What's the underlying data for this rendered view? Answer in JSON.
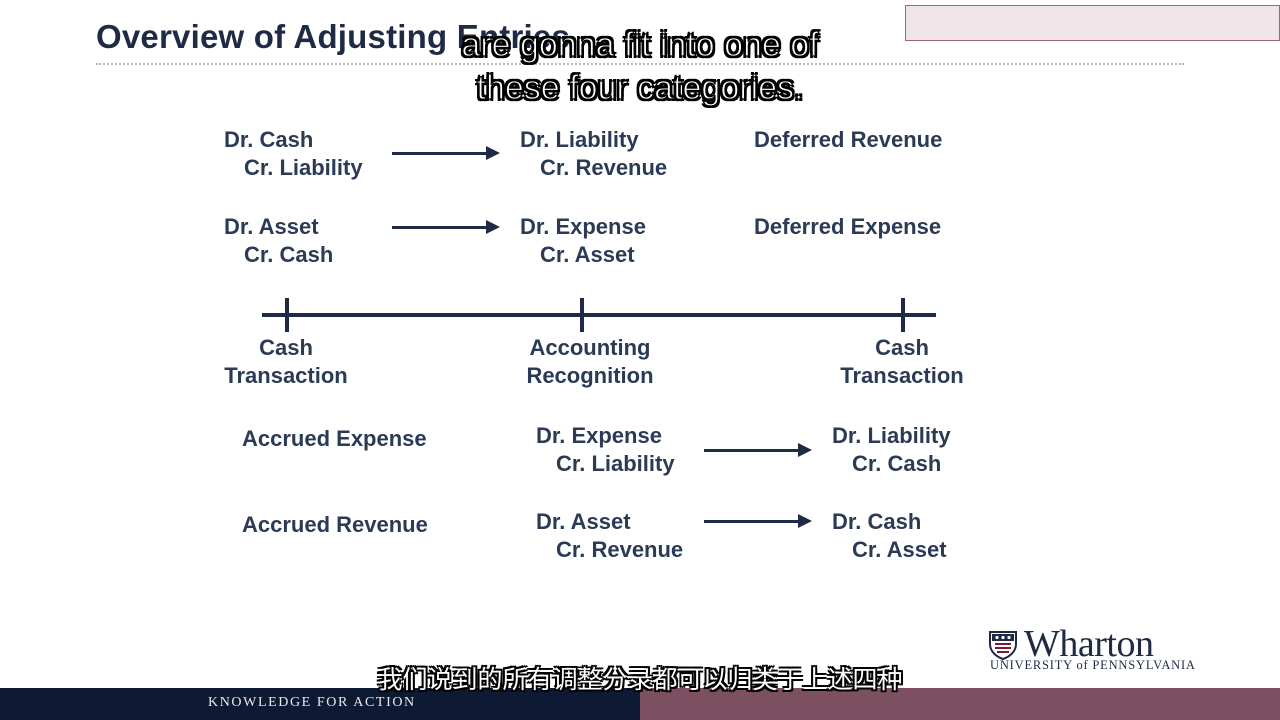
{
  "slide": {
    "title": "Overview of Adjusting Entries"
  },
  "subtitles": {
    "english_line1": "are gonna fit into one of",
    "english_line2": "these four categories.",
    "chinese": "我们说到的所有调整分录都可以归类于上述四种"
  },
  "diagram": {
    "deferred_revenue": {
      "cash_entry": {
        "debit": "Dr. Cash",
        "credit": "Cr. Liability"
      },
      "recognition_entry": {
        "debit": "Dr. Liability",
        "credit": "Cr. Revenue"
      },
      "label": "Deferred Revenue"
    },
    "deferred_expense": {
      "cash_entry": {
        "debit": "Dr. Asset",
        "credit": "Cr. Cash"
      },
      "recognition_entry": {
        "debit": "Dr. Expense",
        "credit": "Cr. Asset"
      },
      "label": "Deferred Expense"
    },
    "timeline": {
      "left_label_1": "Cash",
      "left_label_2": "Transaction",
      "middle_label_1": "Accounting",
      "middle_label_2": "Recognition",
      "right_label_1": "Cash",
      "right_label_2": "Transaction"
    },
    "accrued_expense": {
      "label": "Accrued Expense",
      "recognition_entry": {
        "debit": "Dr. Expense",
        "credit": "Cr. Liability"
      },
      "cash_entry": {
        "debit": "Dr. Liability",
        "credit": "Cr. Cash"
      }
    },
    "accrued_revenue": {
      "label": "Accrued Revenue",
      "recognition_entry": {
        "debit": "Dr. Asset",
        "credit": "Cr. Revenue"
      },
      "cash_entry": {
        "debit": "Dr. Cash",
        "credit": "Cr. Asset"
      }
    }
  },
  "logo": {
    "name": "Wharton",
    "subtitle": "UNIVERSITY of PENNSYLVANIA",
    "icon": "penn-shield-icon"
  },
  "footer": {
    "tagline": "KNOWLEDGE FOR ACTION"
  },
  "colors": {
    "text_navy": "#1f2a44",
    "footer_navy": "#0e1a33",
    "footer_maroon": "#7c5060"
  }
}
